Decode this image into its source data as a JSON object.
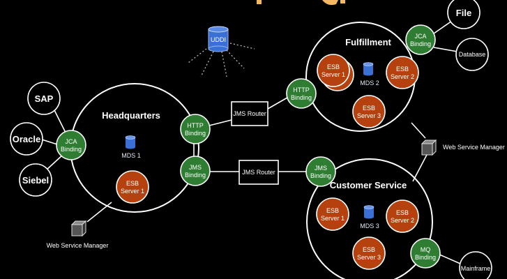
{
  "diagram": {
    "colors": {
      "background": "#000000",
      "binding": "#2e7d32",
      "esb": "#b5420e",
      "db": "#3a6fd6",
      "title_partial": "#f4b860"
    },
    "uddi": {
      "label": "UDDI"
    },
    "headquarters": {
      "title": "Headquarters",
      "mds": "MDS 1",
      "esb": [
        "ESB",
        "Server 1"
      ],
      "jca": [
        "JCA",
        "Binding"
      ],
      "http": [
        "HTTP",
        "Binding"
      ],
      "jms": [
        "JMS",
        "Binding"
      ],
      "wsm": "Web Service Manager",
      "systems": [
        "SAP",
        "Oracle",
        "Siebel"
      ]
    },
    "routers": [
      "JMS Router",
      "JMS Router"
    ],
    "fulfillment": {
      "title": "Fulfillment",
      "mds": "MDS 2",
      "esb1": [
        "ESB",
        "Server 1"
      ],
      "esb2": [
        "ESB",
        "Server 2"
      ],
      "esb3": [
        "ESB",
        "Server 3"
      ],
      "http": [
        "HTTP",
        "Binding"
      ],
      "jca": [
        "JCA",
        "Binding"
      ],
      "systems": [
        "File",
        "Database"
      ]
    },
    "wsm_right": "Web Service Manager",
    "customer_service": {
      "title": "Customer Service",
      "mds": "MDS 3",
      "esb1": [
        "ESB",
        "Server 1"
      ],
      "esb2": [
        "ESB",
        "Server 2"
      ],
      "esb3": [
        "ESB",
        "Server 3"
      ],
      "jms": [
        "JMS",
        "Binding"
      ],
      "mq": [
        "MQ",
        "Binding"
      ],
      "systems": [
        "Mainframe"
      ]
    }
  }
}
